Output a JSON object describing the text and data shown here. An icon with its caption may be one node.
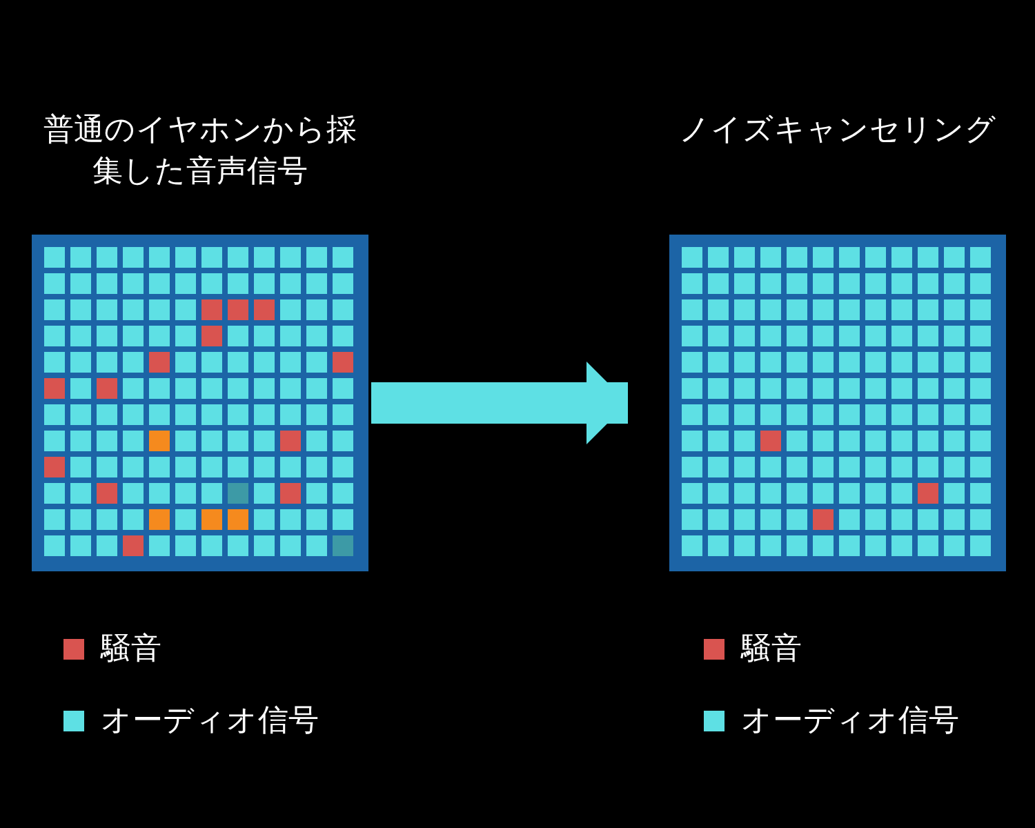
{
  "diagram": {
    "nodes": [
      {
        "text": [
          "普通のイヤホンから採集した音声信号"
        ]
      },
      {
        "text": [
          "ノイズキャンセリング"
        ]
      }
    ],
    "edges": [
      {
        "from": 0,
        "to": 1,
        "arrow": "to"
      }
    ],
    "legend": [
      {
        "text": "騒音",
        "color": "#d95450"
      },
      {
        "text": "オーディオ信号",
        "color": "#5ee0e4"
      },
      {
        "text": "騒音",
        "color": "#d95450"
      },
      {
        "text": "オーディオ信号",
        "color": "#5ee0e4"
      }
    ]
  }
}
